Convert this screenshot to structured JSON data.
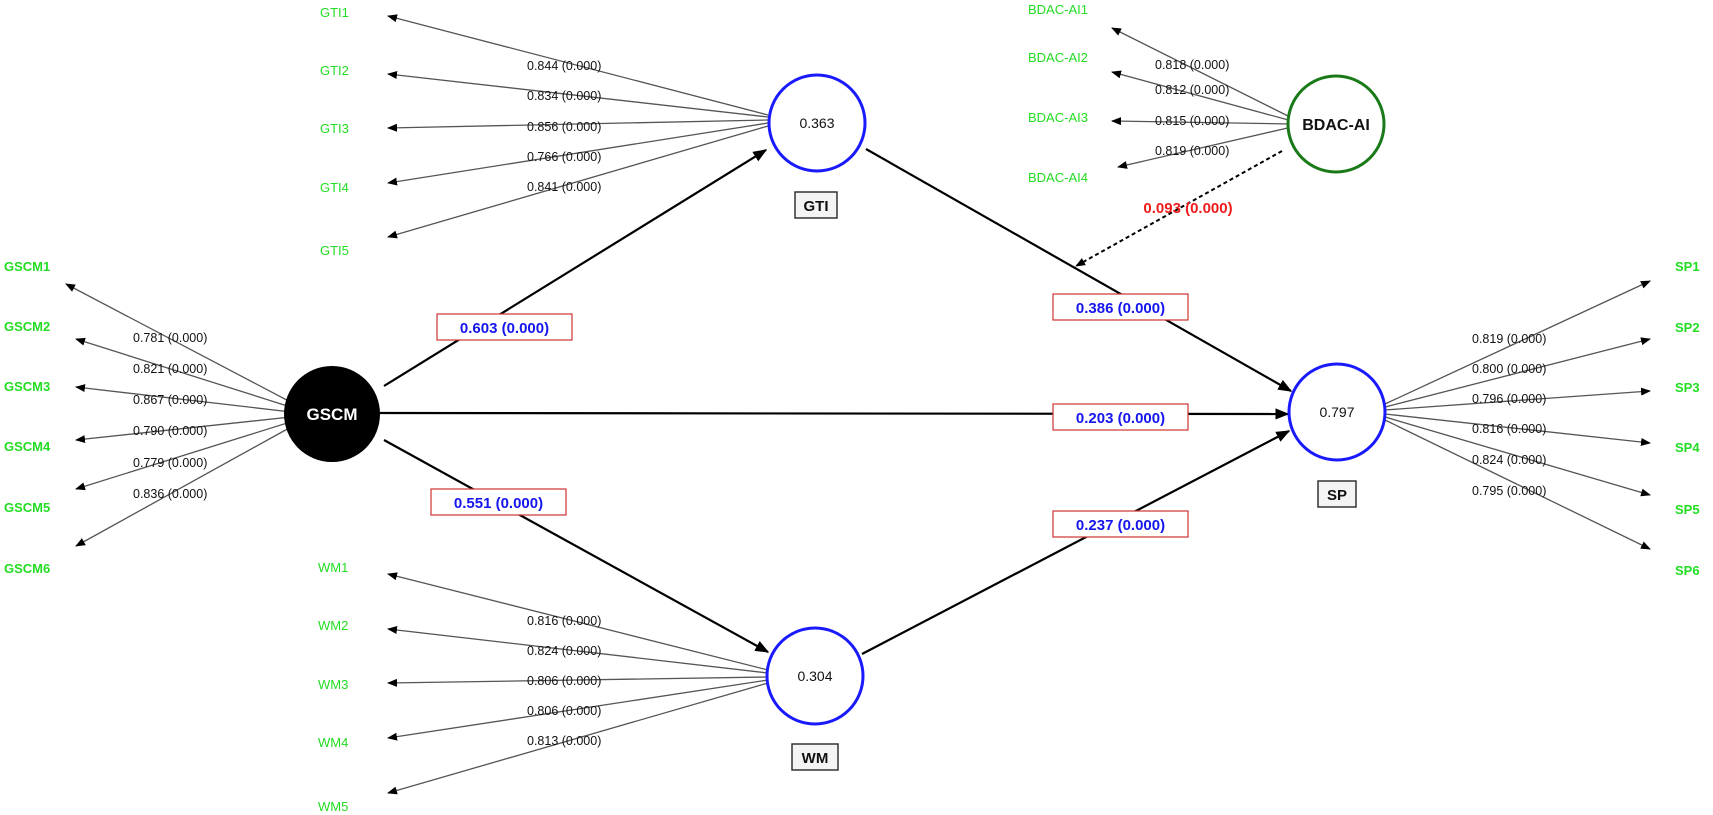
{
  "constructs": {
    "gscm": {
      "name": "GSCM"
    },
    "gti": {
      "name": "GTI",
      "r2": "0.363"
    },
    "wm": {
      "name": "WM",
      "r2": "0.304"
    },
    "sp": {
      "name": "SP",
      "r2": "0.797"
    },
    "bdac": {
      "name": "BDAC-AI"
    }
  },
  "paths": {
    "gscm_gti": "0.603 (0.000)",
    "gscm_wm": "0.551 (0.000)",
    "gscm_sp": "0.203 (0.000)",
    "gti_sp": "0.386 (0.000)",
    "wm_sp": "0.237 (0.000)",
    "bdac_moderation": "0.093 (0.000)"
  },
  "indicators": {
    "gti": [
      {
        "name": "GTI1",
        "loading": "0.844 (0.000)"
      },
      {
        "name": "GTI2",
        "loading": "0.834 (0.000)"
      },
      {
        "name": "GTI3",
        "loading": "0.856 (0.000)"
      },
      {
        "name": "GTI4",
        "loading": "0.766 (0.000)"
      },
      {
        "name": "GTI5",
        "loading": "0.841 (0.000)"
      }
    ],
    "wm": [
      {
        "name": "WM1",
        "loading": "0.816 (0.000)"
      },
      {
        "name": "WM2",
        "loading": "0.824 (0.000)"
      },
      {
        "name": "WM3",
        "loading": "0.806 (0.000)"
      },
      {
        "name": "WM4",
        "loading": "0.806 (0.000)"
      },
      {
        "name": "WM5",
        "loading": "0.813 (0.000)"
      }
    ],
    "gscm": [
      {
        "name": "GSCM1",
        "loading": "0.781 (0.000)"
      },
      {
        "name": "GSCM2",
        "loading": "0.821 (0.000)"
      },
      {
        "name": "GSCM3",
        "loading": "0.867 (0.000)"
      },
      {
        "name": "GSCM4",
        "loading": "0.790 (0.000)"
      },
      {
        "name": "GSCM5",
        "loading": "0.779 (0.000)"
      },
      {
        "name": "GSCM6",
        "loading": "0.836 (0.000)"
      }
    ],
    "sp": [
      {
        "name": "SP1",
        "loading": "0.819 (0.000)"
      },
      {
        "name": "SP2",
        "loading": "0.800 (0.000)"
      },
      {
        "name": "SP3",
        "loading": "0.796 (0.000)"
      },
      {
        "name": "SP4",
        "loading": "0.816 (0.000)"
      },
      {
        "name": "SP5",
        "loading": "0.824 (0.000)"
      },
      {
        "name": "SP6",
        "loading": "0.795 (0.000)"
      }
    ],
    "bdac": [
      {
        "name": "BDAC-AI1",
        "loading": "0.818 (0.000)"
      },
      {
        "name": "BDAC-AI2",
        "loading": "0.812 (0.000)"
      },
      {
        "name": "BDAC-AI3",
        "loading": "0.815 (0.000)"
      },
      {
        "name": "BDAC-AI4",
        "loading": "0.819 (0.000)"
      }
    ]
  },
  "colors": {
    "indicator_text": "#22dd22",
    "endogenous_circle": "#1a1aff",
    "moderator_circle": "#1a7a1a",
    "exogenous_fill": "#000000",
    "path_coefficient_text": "#1515ee",
    "path_label_border": "#cc3333",
    "moderation_text": "#ee1c1c"
  }
}
